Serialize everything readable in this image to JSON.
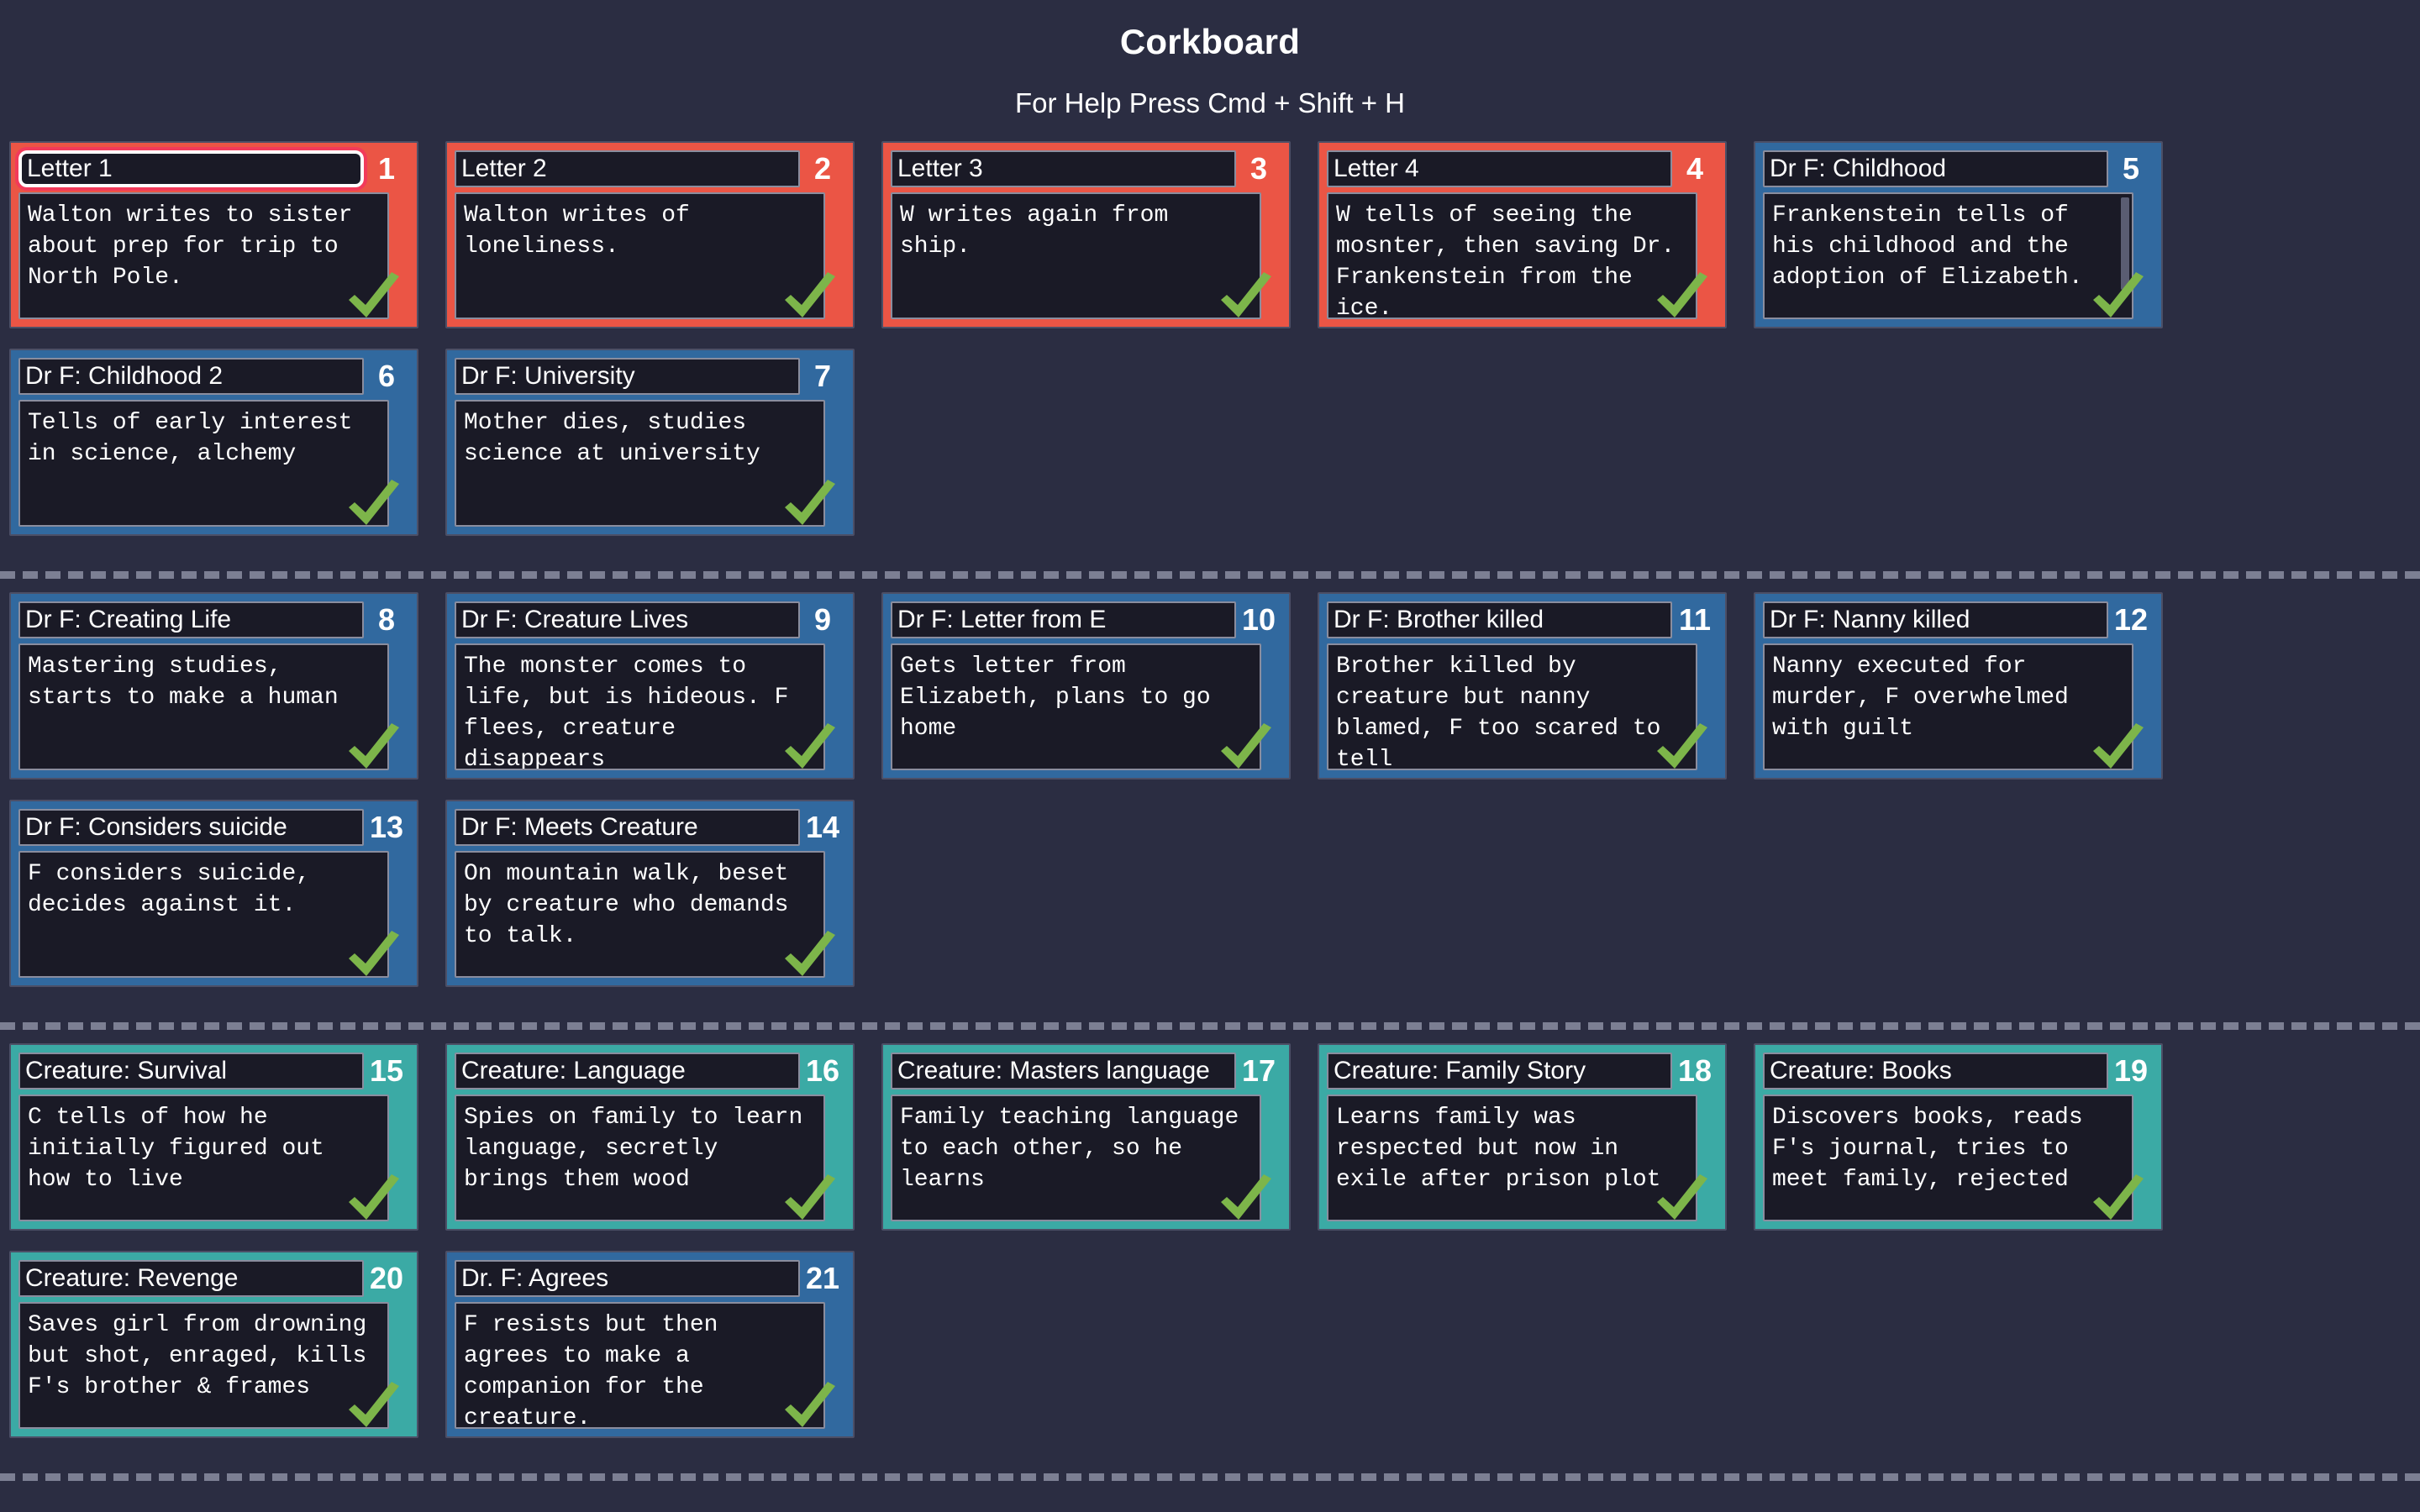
{
  "header": {
    "title": "Corkboard",
    "help_text": "For Help Press Cmd + Shift + H"
  },
  "colors": {
    "background": "#2B2D42",
    "red": "#EB5545",
    "blue": "#31699F",
    "teal": "#3BAAA5",
    "card_field_bg": "#1A1A26",
    "check_green": "#7DB54A",
    "selection_outline": "#F23A5A",
    "divider": "#7C7F93"
  },
  "sections": [
    {
      "name": "letters-and-childhood",
      "cards": [
        {
          "number": "1",
          "title": "Letter 1",
          "text": "Walton writes to sister about prep for trip to North Pole.",
          "color": "red",
          "selected": true,
          "checked": true,
          "scrollbar": false
        },
        {
          "number": "2",
          "title": "Letter 2",
          "text": "Walton writes of loneliness.",
          "color": "red",
          "selected": false,
          "checked": true,
          "scrollbar": false
        },
        {
          "number": "3",
          "title": "Letter 3",
          "text": "W writes again from ship.",
          "color": "red",
          "selected": false,
          "checked": true,
          "scrollbar": false
        },
        {
          "number": "4",
          "title": "Letter 4",
          "text": "W tells of seeing the mosnter, then saving Dr. Frankenstein from the ice.",
          "color": "red",
          "selected": false,
          "checked": true,
          "scrollbar": false
        },
        {
          "number": "5",
          "title": "Dr F: Childhood",
          "text": "Frankenstein tells of his childhood and the adoption of Elizabeth.",
          "color": "blue",
          "selected": false,
          "checked": true,
          "scrollbar": true
        },
        {
          "number": "6",
          "title": "Dr F: Childhood 2",
          "text": "Tells of early interest in science, alchemy",
          "color": "blue",
          "selected": false,
          "checked": true,
          "scrollbar": false
        },
        {
          "number": "7",
          "title": "Dr F: University",
          "text": "Mother dies, studies science at university",
          "color": "blue",
          "selected": false,
          "checked": true,
          "scrollbar": false
        }
      ]
    },
    {
      "name": "creation-and-consequences",
      "cards": [
        {
          "number": "8",
          "title": "Dr F: Creating Life",
          "text": "Mastering studies, starts to make a human",
          "color": "blue",
          "selected": false,
          "checked": true,
          "scrollbar": false
        },
        {
          "number": "9",
          "title": "Dr F: Creature Lives",
          "text": "The monster comes to life, but is hideous. F flees, creature disappears",
          "color": "blue",
          "selected": false,
          "checked": true,
          "scrollbar": false
        },
        {
          "number": "10",
          "title": "Dr F: Letter from E",
          "text": "Gets letter from Elizabeth, plans to go home",
          "color": "blue",
          "selected": false,
          "checked": true,
          "scrollbar": false
        },
        {
          "number": "11",
          "title": "Dr F: Brother killed",
          "text": "Brother killed by creature but nanny blamed, F too scared to tell",
          "color": "blue",
          "selected": false,
          "checked": true,
          "scrollbar": false
        },
        {
          "number": "12",
          "title": "Dr F: Nanny killed",
          "text": "Nanny executed for murder, F overwhelmed with guilt",
          "color": "blue",
          "selected": false,
          "checked": true,
          "scrollbar": false
        },
        {
          "number": "13",
          "title": "Dr F: Considers suicide",
          "text": "F considers suicide, decides against it.",
          "color": "blue",
          "selected": false,
          "checked": true,
          "scrollbar": false
        },
        {
          "number": "14",
          "title": "Dr F: Meets Creature",
          "text": "On mountain walk, beset by creature who demands to talk.",
          "color": "blue",
          "selected": false,
          "checked": true,
          "scrollbar": false
        }
      ]
    },
    {
      "name": "creature-story",
      "cards": [
        {
          "number": "15",
          "title": "Creature: Survival",
          "text": "C tells of how he initially figured out how to live",
          "color": "teal",
          "selected": false,
          "checked": true,
          "scrollbar": false
        },
        {
          "number": "16",
          "title": "Creature: Language",
          "text": "Spies on family to learn language, secretly brings them wood",
          "color": "teal",
          "selected": false,
          "checked": true,
          "scrollbar": false
        },
        {
          "number": "17",
          "title": "Creature: Masters language",
          "text": "Family teaching language to each other, so he learns",
          "color": "teal",
          "selected": false,
          "checked": true,
          "scrollbar": false
        },
        {
          "number": "18",
          "title": "Creature: Family Story",
          "text": "Learns family was respected but now in exile after prison plot",
          "color": "teal",
          "selected": false,
          "checked": true,
          "scrollbar": false
        },
        {
          "number": "19",
          "title": "Creature: Books",
          "text": "Discovers books, reads F's journal, tries to meet family, rejected",
          "color": "teal",
          "selected": false,
          "checked": true,
          "scrollbar": false
        },
        {
          "number": "20",
          "title": "Creature: Revenge",
          "text": "Saves girl from drowning but shot, enraged, kills F's brother & frames",
          "color": "teal",
          "selected": false,
          "checked": true,
          "scrollbar": false
        },
        {
          "number": "21",
          "title": "Dr. F: Agrees",
          "text": "F resists but then agrees to make a companion for the creature.",
          "color": "blue",
          "selected": false,
          "checked": true,
          "scrollbar": false
        }
      ]
    }
  ],
  "icons": {
    "check": "check-icon"
  }
}
